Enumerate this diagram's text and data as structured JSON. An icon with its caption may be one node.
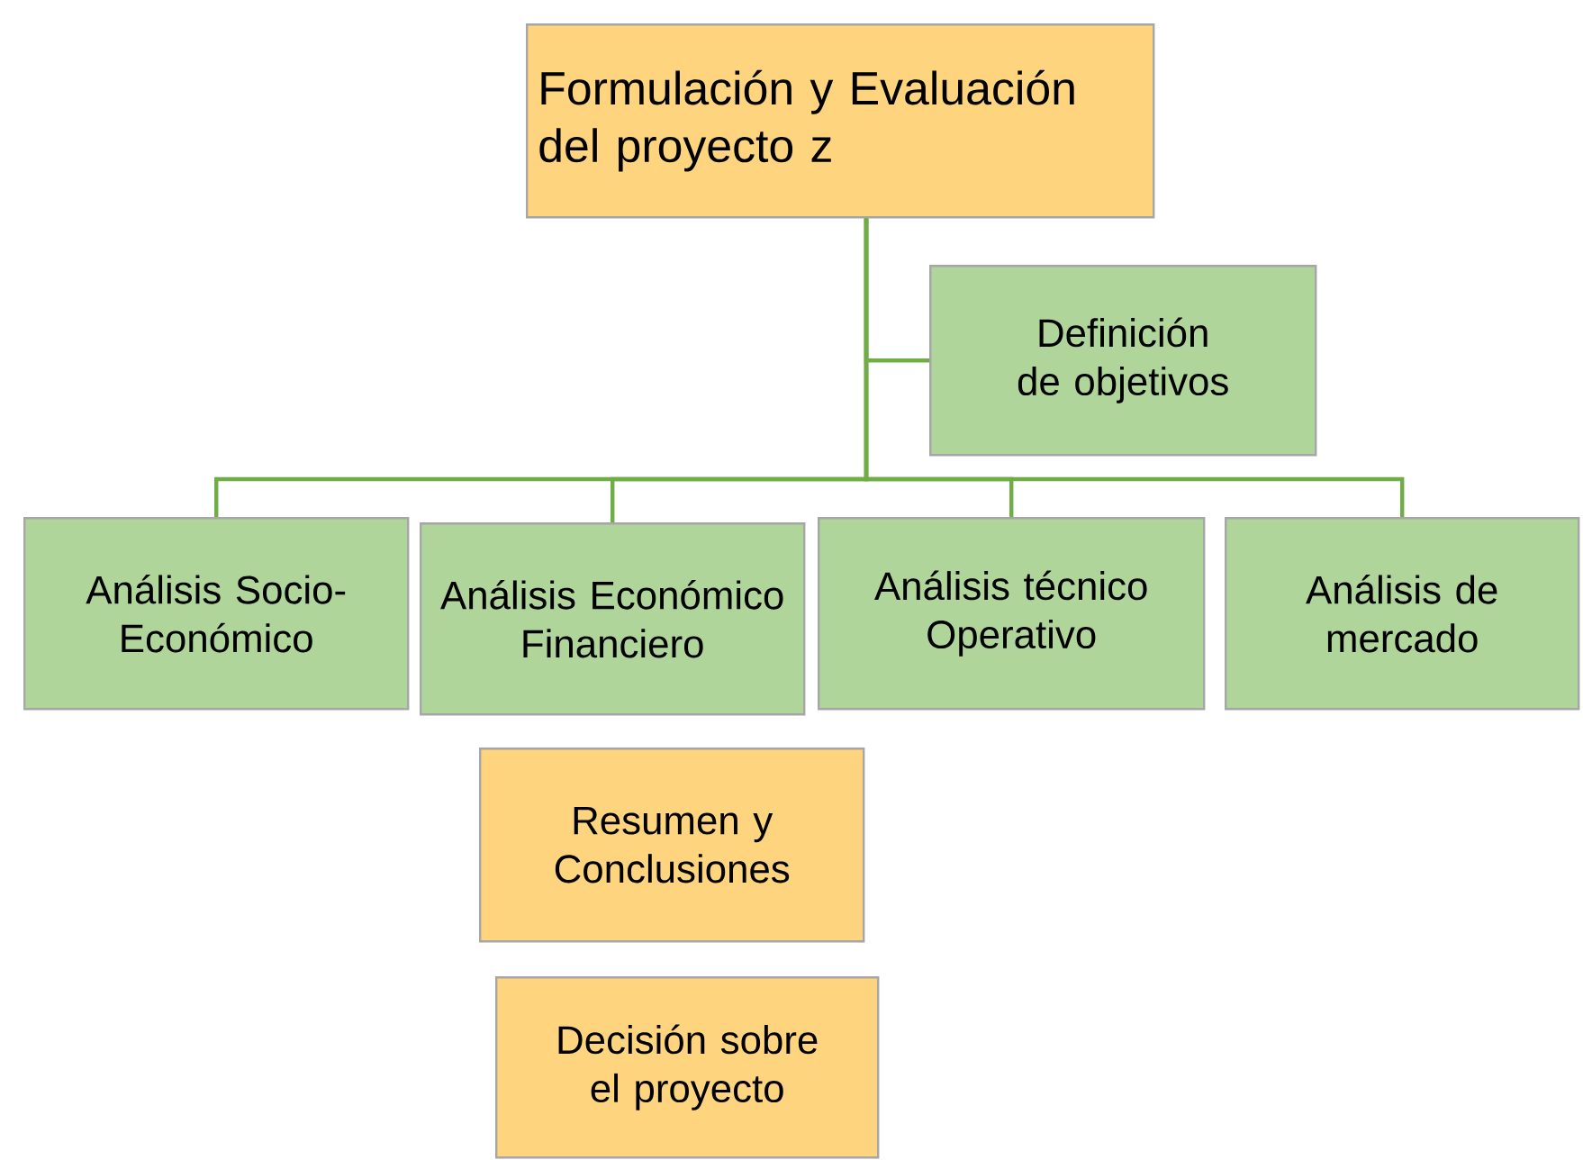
{
  "diagram": {
    "nodes": [
      {
        "text": [
          "Formulación y Evaluación del proyecto z"
        ]
      },
      {
        "text": [
          "Definición de objetivos"
        ]
      },
      {
        "text": [
          "Análisis Socio-Económico"
        ]
      },
      {
        "text": [
          "Análisis Económico Financiero"
        ]
      },
      {
        "text": [
          "Análisis técnico Operativo"
        ]
      },
      {
        "text": [
          "Análisis de mercado"
        ]
      },
      {
        "text": [
          "Resumen y Conclusiones"
        ]
      },
      {
        "text": [
          "Decisión sobre el proyecto"
        ]
      }
    ],
    "edges": [
      {
        "from": 0,
        "to": 1,
        "arrow": "none"
      },
      {
        "from": 0,
        "to": 2,
        "arrow": "none"
      },
      {
        "from": 0,
        "to": 3,
        "arrow": "none"
      },
      {
        "from": 0,
        "to": 4,
        "arrow": "none"
      },
      {
        "from": 0,
        "to": 5,
        "arrow": "none"
      }
    ]
  }
}
